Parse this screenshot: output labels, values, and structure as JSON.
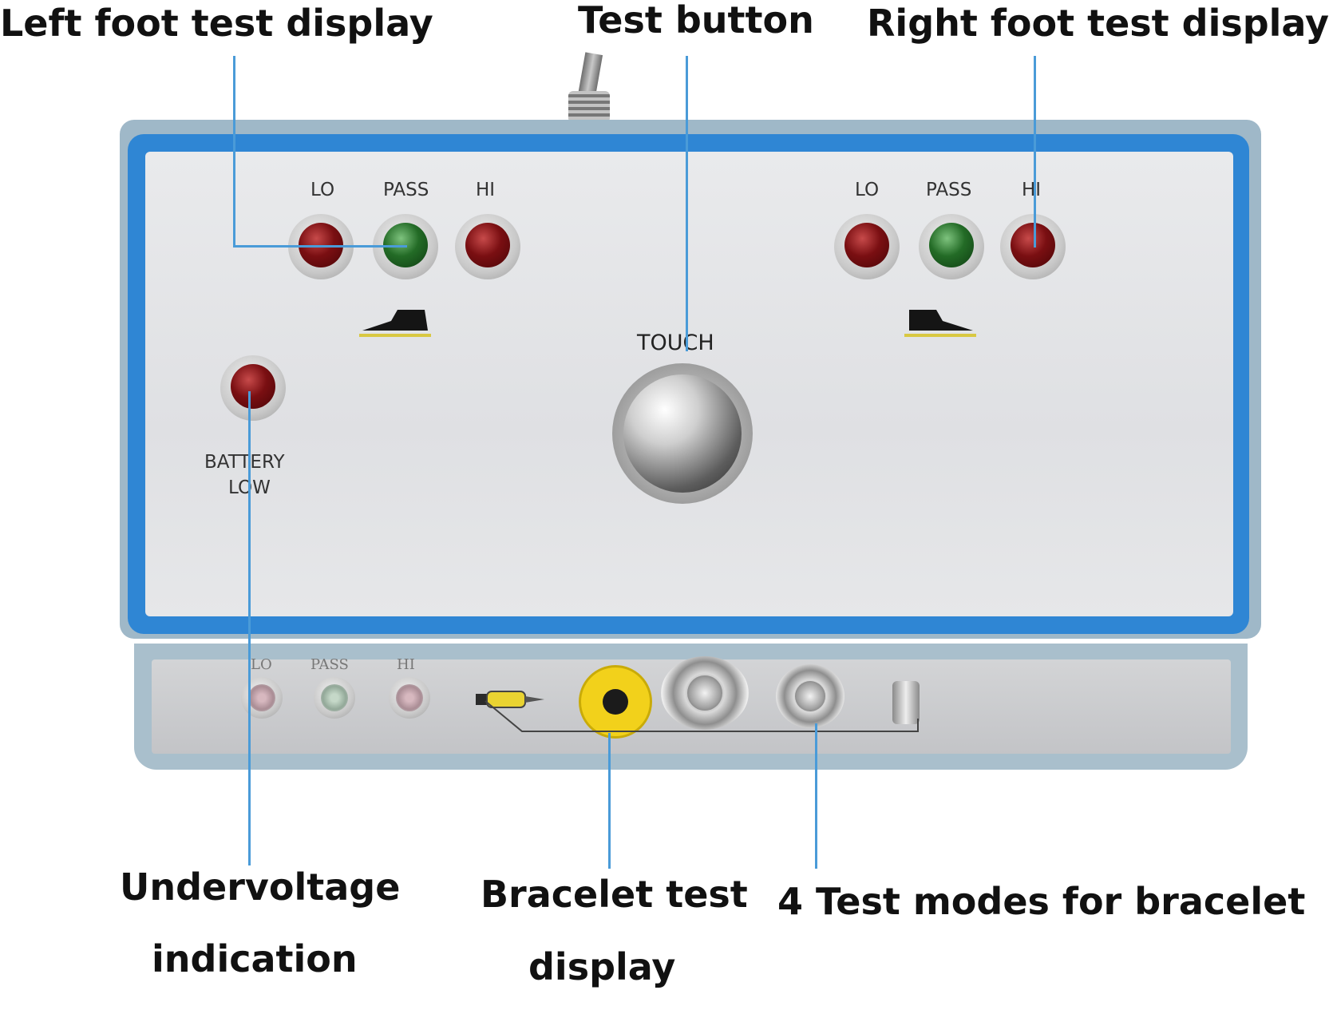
{
  "callouts": {
    "left_foot": "Left foot test display",
    "test_button": "Test button",
    "right_foot": "Right foot test display",
    "undervoltage_line1": "Undervoltage",
    "undervoltage_line2": "indication",
    "bracelet_line1": "Bracelet test",
    "bracelet_line2": "display",
    "modes": "4 Test modes for bracelet"
  },
  "panel": {
    "left_leds": [
      "LO",
      "PASS",
      "HI"
    ],
    "right_leds": [
      "LO",
      "PASS",
      "HI"
    ],
    "touch": "TOUCH",
    "battery_line1": "BATTERY",
    "battery_line2": "LOW"
  },
  "front": {
    "leds": [
      "LO",
      "PASS",
      "HI"
    ]
  },
  "colors": {
    "frame": "#2f86d4",
    "leader": "#4a9bd8",
    "led_red": "#7a0f12",
    "led_green": "#236b26",
    "jack": "#f2d11b"
  }
}
